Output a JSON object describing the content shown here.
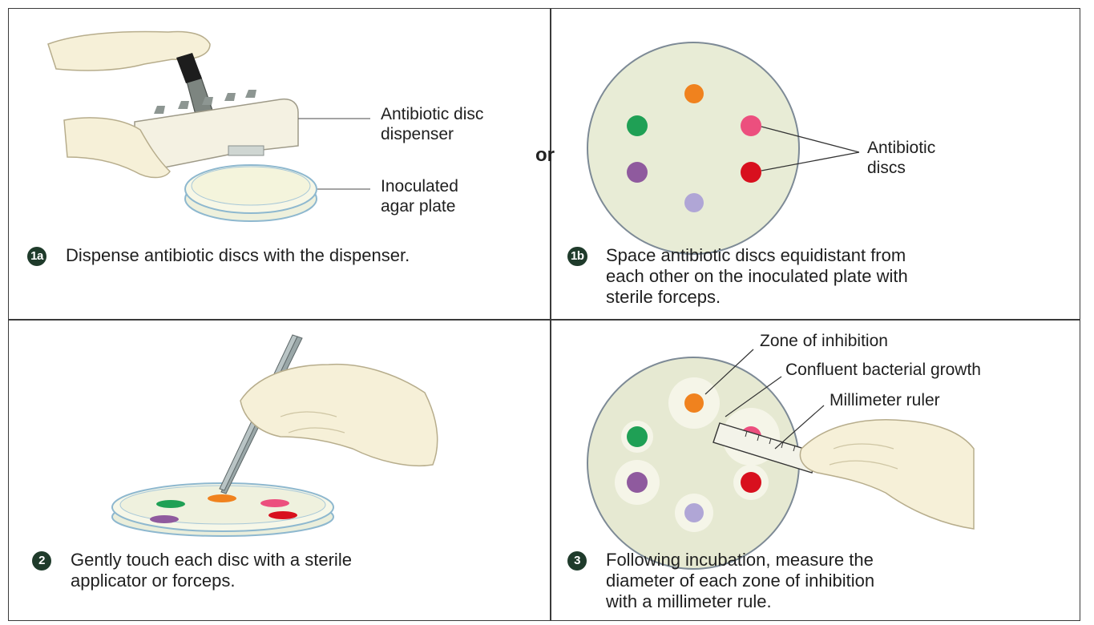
{
  "panels": {
    "p1a": {
      "step": "1a",
      "caption": "Dispense antibiotic discs with the dispenser.",
      "label_dispenser": "Antibiotic disc\ndispenser",
      "label_plate": "Inoculated\nagar plate"
    },
    "connector": "or",
    "p1b": {
      "step": "1b",
      "caption": "Space antibiotic discs equidistant from\neach other on the inoculated plate with\nsterile forceps.",
      "label_discs": "Antibiotic\ndiscs"
    },
    "p2": {
      "step": "2",
      "caption": "Gently touch each disc with a sterile\napplicator or forceps."
    },
    "p3": {
      "step": "3",
      "caption": "Following incubation, measure the\ndiameter of each zone of inhibition\nwith a millimeter rule.",
      "label_zone": "Zone of inhibition",
      "label_growth": "Confluent bacterial growth",
      "label_ruler": "Millimeter ruler"
    }
  },
  "disc_colors": {
    "orange": "#f0821e",
    "green": "#1fa055",
    "pink": "#ec4f7e",
    "red": "#d8101e",
    "purple": "#8f5a9e",
    "lavender": "#b0a6d6"
  }
}
